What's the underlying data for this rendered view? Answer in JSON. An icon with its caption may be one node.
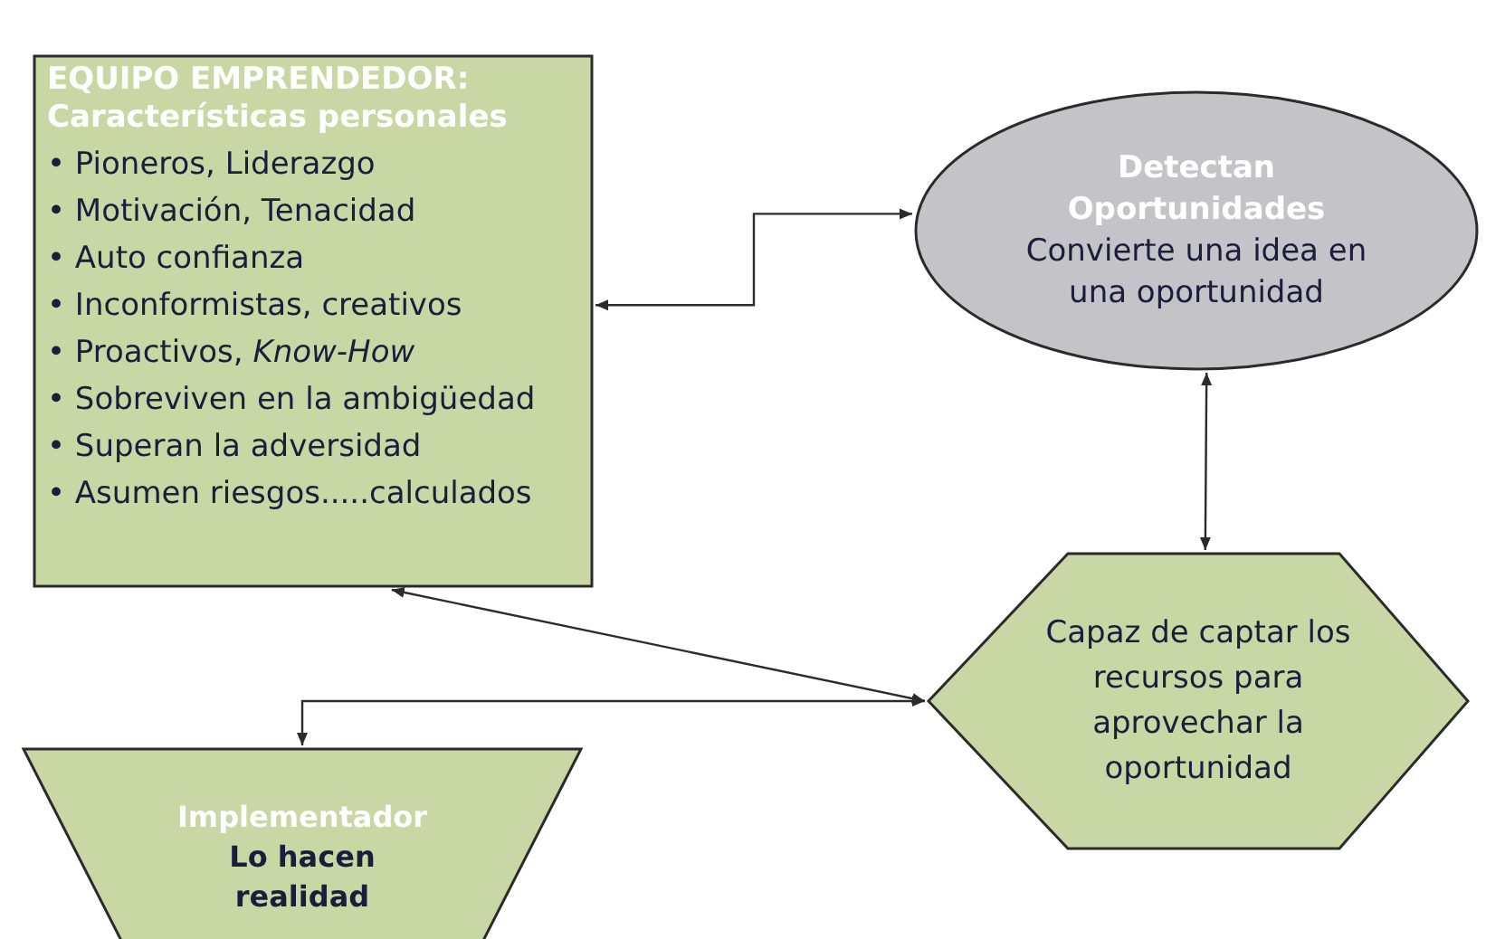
{
  "diagram": {
    "nodes": [
      {
        "text": [
          "EQUIPO EMPRENDEDOR: Características personales",
          "• Pioneros, Liderazgo",
          "• Motivación, Tenacidad",
          "• Auto confianza",
          "• Inconformistas, creativos",
          "• Proactivos, *Know-How*",
          "• Sobreviven en la ambigüedad",
          "• Superan la adversidad",
          "• Asumen riesgos.....calculados"
        ]
      },
      {
        "text": [
          "Detectan Oportunidades",
          "Convierte una idea en una oportunidad"
        ]
      },
      {
        "text": [
          "Capaz de captar los recursos para aprovechar la oportunidad"
        ]
      },
      {
        "text": [
          "Implementador",
          "Lo hacen realidad"
        ]
      }
    ],
    "edges": [
      {
        "from": 0,
        "to": 1,
        "arrow": "both"
      },
      {
        "from": 1,
        "to": 2,
        "arrow": "both"
      },
      {
        "from": 0,
        "to": 2,
        "arrow": "both"
      },
      {
        "from": 2,
        "to": 3,
        "arrow": "both"
      }
    ]
  }
}
